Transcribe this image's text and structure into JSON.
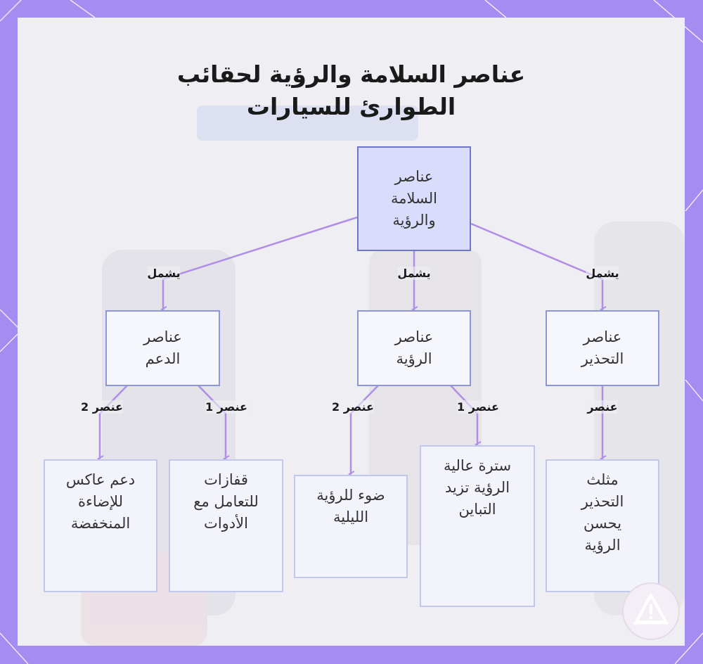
{
  "title": {
    "line1": "عناصر السلامة والرؤية لحقائب",
    "line2": "الطوارئ للسيارات"
  },
  "colors": {
    "frame": "#a48cf0",
    "node_border": "#8d96d8",
    "root_fill": "#dadcfb",
    "connector": "#b08ee6"
  },
  "nodes": {
    "root": [
      "عناصر",
      "السلامة",
      "والرؤية"
    ],
    "support": [
      "عناصر",
      "الدعم"
    ],
    "vision": [
      "عناصر",
      "الرؤية"
    ],
    "warning": [
      "عناصر",
      "التحذير"
    ],
    "support_item1": [
      "قفازات",
      "للتعامل مع",
      "الأدوات"
    ],
    "support_item2": [
      "دعم عاكس",
      "للإضاءة",
      "المنخفضة"
    ],
    "vision_item1": [
      "سترة عالية",
      "الرؤية تزيد",
      "التباين"
    ],
    "vision_item2": [
      "ضوء للرؤية",
      "الليلية"
    ],
    "warning_item": [
      "مثلث",
      "التحذير",
      "يحسن",
      "الرؤية"
    ]
  },
  "edge_labels": {
    "includes": "يشمل",
    "item": "عنصر",
    "item1": "عنصر 1",
    "item2": "عنصر 2"
  },
  "logo_icon": "warning-triangle-icon"
}
